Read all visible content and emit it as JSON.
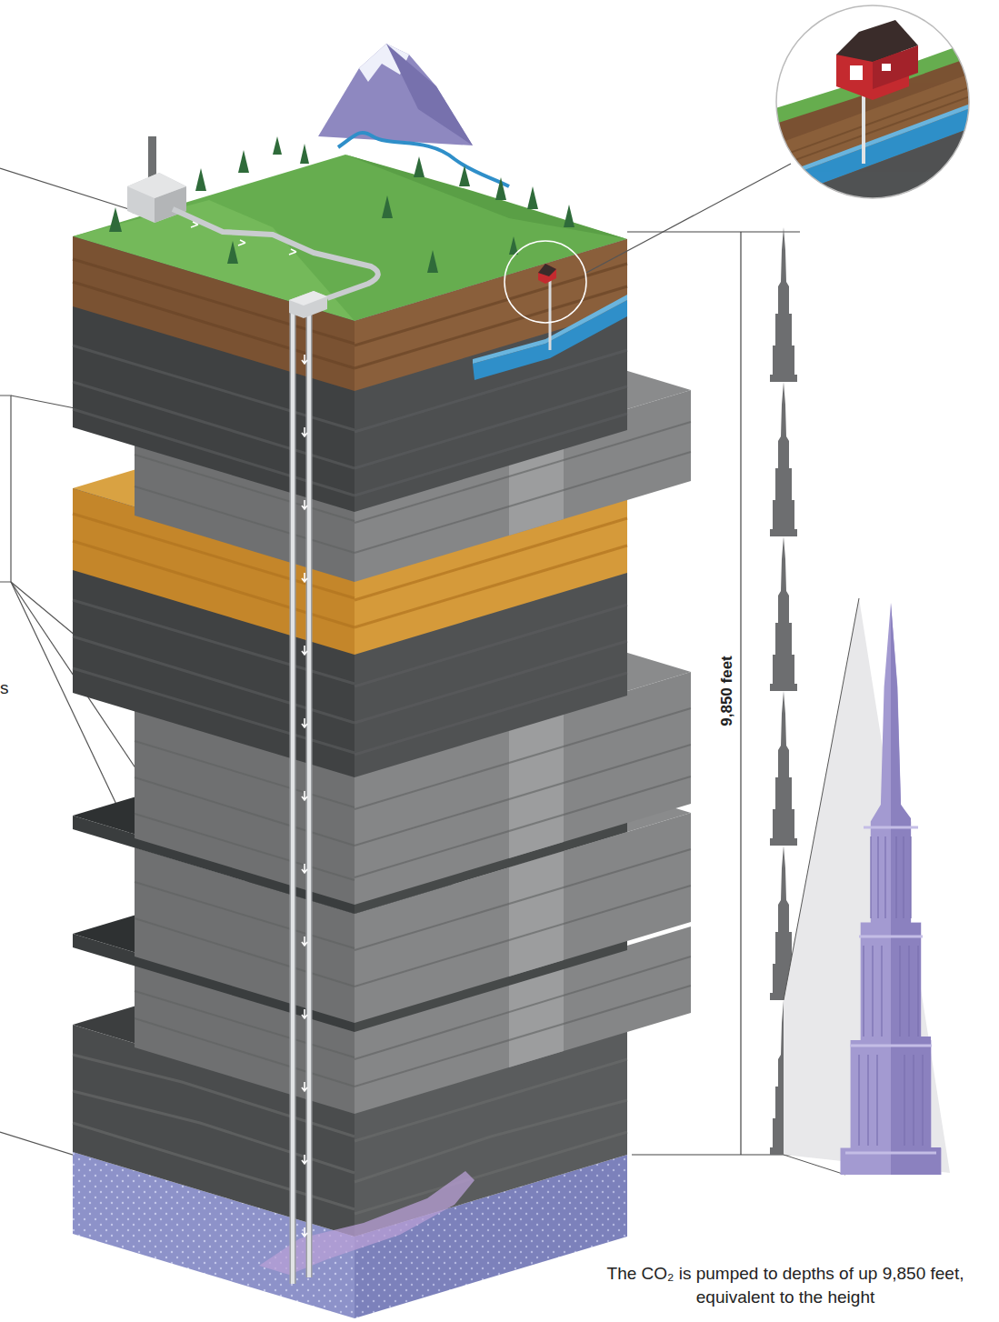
{
  "diagram": {
    "caption": "The CO₂ is pumped to depths of up 9,850 feet, equivalent to the height",
    "labels": [
      "9,850 feet",
      "s"
    ]
  }
}
